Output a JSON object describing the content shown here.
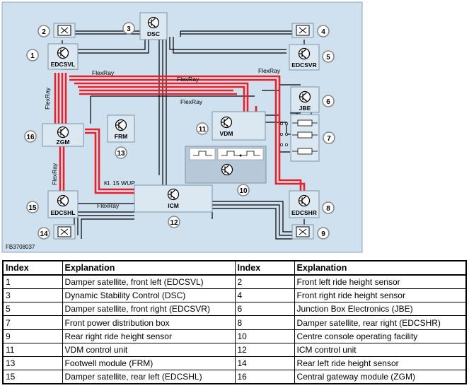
{
  "diagram": {
    "figure_id": "FB3708037",
    "modules": [
      {
        "key": "edcsvl",
        "label": "EDCSVL",
        "num": "1"
      },
      {
        "key": "s2",
        "label": "",
        "num": "2"
      },
      {
        "key": "dsc",
        "label": "DSC",
        "num": "3"
      },
      {
        "key": "s4",
        "label": "",
        "num": "4"
      },
      {
        "key": "edcsvr",
        "label": "EDCSVR",
        "num": "5"
      },
      {
        "key": "jbe",
        "label": "JBE",
        "num": "6"
      },
      {
        "key": "fuse",
        "label": "",
        "num": "7"
      },
      {
        "key": "edcshr",
        "label": "EDCSHR",
        "num": "8"
      },
      {
        "key": "s9",
        "label": "",
        "num": "9"
      },
      {
        "key": "console",
        "label": "",
        "num": "10"
      },
      {
        "key": "vdm",
        "label": "VDM",
        "num": "11"
      },
      {
        "key": "icm",
        "label": "ICM",
        "num": "12"
      },
      {
        "key": "frm",
        "label": "FRM",
        "num": "13"
      },
      {
        "key": "s14",
        "label": "",
        "num": "14"
      },
      {
        "key": "edcshl",
        "label": "EDCSHL",
        "num": "15"
      },
      {
        "key": "zgm",
        "label": "ZGM",
        "num": "16"
      }
    ],
    "bus_labels": {
      "flexray": "FlexRay",
      "kl15": "Kl. 15 WUP"
    }
  },
  "table": {
    "headers": [
      "Index",
      "Explanation",
      "Index",
      "Explanation"
    ],
    "rows": [
      [
        "1",
        "Damper satellite, front left (EDCSVL)",
        "2",
        "Front left ride height sensor"
      ],
      [
        "3",
        "Dynamic Stability Control (DSC)",
        "4",
        "Front right ride height sensor"
      ],
      [
        "5",
        "Damper satellite, front right (EDCSVR)",
        "6",
        "Junction Box Electronics (JBE)"
      ],
      [
        "7",
        "Front power distribution box",
        "8",
        "Damper satellite, rear right (EDCSHR)"
      ],
      [
        "9",
        "Rear right ride height sensor",
        "10",
        "Centre console operating facility"
      ],
      [
        "11",
        "VDM control unit",
        "12",
        "ICM control unit"
      ],
      [
        "13",
        "Footwell module (FRM)",
        "14",
        "Rear left ride height sensor"
      ],
      [
        "15",
        "Damper satellite, rear left (EDCSHL)",
        "16",
        "Central gateway module (ZGM)"
      ]
    ]
  },
  "colors": {
    "background": "#cfe0ee",
    "module": "#dce8f1",
    "flexray": "#e8202a",
    "wire": "#000000"
  }
}
